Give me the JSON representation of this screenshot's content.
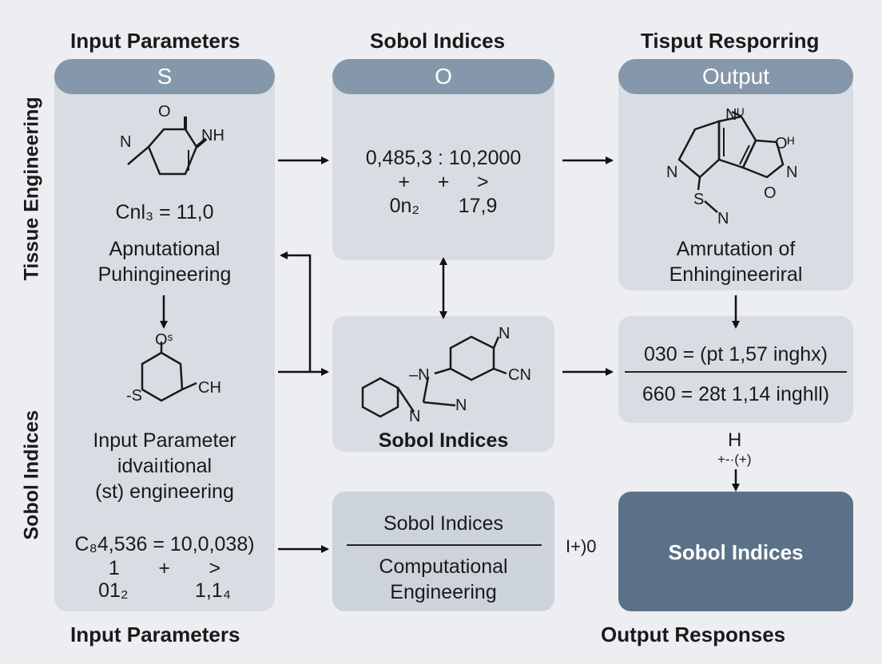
{
  "headings": {
    "top_left": "Input Parameters",
    "top_mid": "Sobol Indices",
    "top_right": "Tisput Resporring",
    "bottom_left": "Input Parameters",
    "bottom_right": "Output Responses"
  },
  "side_labels": {
    "upper": "Tissue Engineering",
    "lower": "Sobol Indices"
  },
  "left_panel": {
    "pill": "S",
    "mol1": {
      "o": "O",
      "nh": "NH",
      "n": "N"
    },
    "formula1": "Cnl₃ = 11,0",
    "text1_line1": "Apnutational",
    "text1_line2": "Puhingineering",
    "mol2": {
      "os": "Oˢ",
      "ch": "CH",
      "s": "-S"
    },
    "text2_line1": "Input Parameter",
    "text2_line2": "idvaiıtional",
    "text2_line3": "(st) engineering",
    "formula2_line1": "C₈4,536 = 10,0,038)",
    "formula2_line2": "1       +       >",
    "formula2_line3": "01₂            1,1₄"
  },
  "mid_top_panel": {
    "pill": "O",
    "line1": "0,485,3 : 10,2000",
    "line2": "+     +     >",
    "line3": "0n₂       17,9"
  },
  "mid_center_panel": {
    "mol": {
      "n_top": "N",
      "cn": "CN",
      "mn": "–N",
      "n_bottom": "N",
      "n_right": "N"
    },
    "label": "Sobol Indices"
  },
  "mid_bottom_panel": {
    "line1": "Sobol Indices",
    "line2": "Computational",
    "line3": "Engineering"
  },
  "right_top_panel": {
    "pill": "Output",
    "mol": {
      "nu": "Nᵁ",
      "oh": "Oᴴ",
      "n_left": "N",
      "n_right": "N",
      "o": "O",
      "s": "S",
      "n_bottom": "N"
    },
    "text_line1": "Amrutation of",
    "text_line2": "Enhingineeriral"
  },
  "right_mid_panel": {
    "line1": "030 = (pt 1,57 inghx)",
    "line2": "660 = 28t 1,14 inghll)"
  },
  "right_bottom_panel": {
    "label": "Sobol Indices"
  },
  "connector_labels": {
    "h": "H",
    "plus_minus": "+-·(+)",
    "mid_link": "I+)0"
  },
  "colors": {
    "background": "#eceef1",
    "panel": "#d9dde3",
    "pill": "#8597ab",
    "dark_box": "#5b7187"
  }
}
